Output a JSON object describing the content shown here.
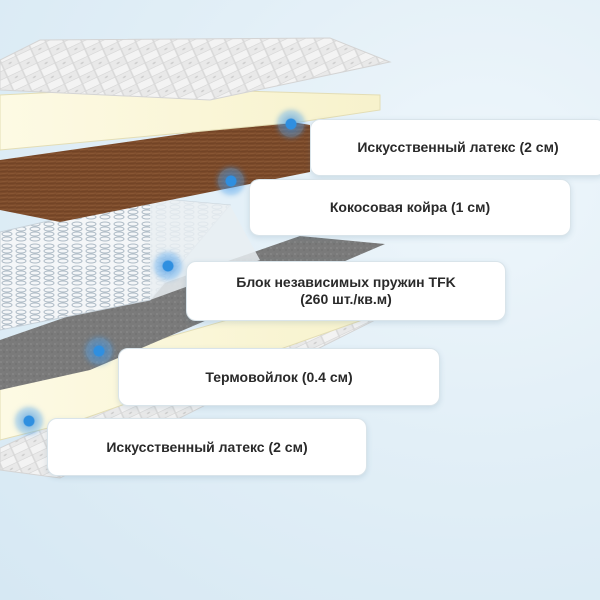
{
  "layers": [
    {
      "label_lines": [
        "Искусственный латекс (2 см)"
      ]
    },
    {
      "label_lines": [
        "Кокосовая койра (1 см)"
      ]
    },
    {
      "label_lines": [
        "Блок независимых пружин TFK",
        "(260 шт./кв.м)"
      ]
    },
    {
      "label_lines": [
        "Термовойлок (0.4 см)"
      ]
    },
    {
      "label_lines": [
        "Искусственный латекс (2 см)"
      ]
    }
  ],
  "colors": {
    "marker": "#2f8fe0",
    "latex": "#fbf7de",
    "coconut": "#7a4a2b",
    "felt": "#7d7d7d",
    "quilt": "#f2f2f2"
  }
}
